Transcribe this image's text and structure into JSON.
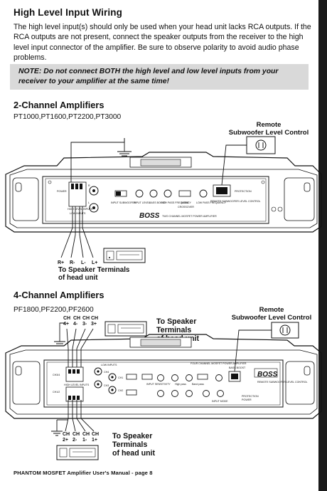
{
  "section_title": "High Level Input Wiring",
  "intro": "The high level input(s) should only be used when your head unit lacks RCA outputs. If the RCA outputs are not present, connect the speaker outputs from the receiver to the high level input connector of the amplifier. Be sure to observe polarity to avoid audio phase problems.",
  "note": "NOTE: Do not connect BOTH the high level and low level inputs from your receiver to your amplifier at the same time!",
  "two_channel": {
    "title": "2-Channel Amplifiers",
    "models": "PT1000,PT1600,PT2200,PT3000",
    "remote_label": "Remote\nSubwoofer Level Control",
    "wire_labels": [
      "R+",
      "R-",
      "L-",
      "L+"
    ],
    "speaker_label": "To Speaker Terminals\nof head unit",
    "panel_caption": "TWO CHANNEL MOSFET POWER AMPLIFIER",
    "brand": "BOSS",
    "panel_text": {
      "power": "POWER",
      "high_level_inputs": "HIGH LEVEL INPUTS",
      "low_inputs": "LOW INPUTS",
      "input_sub": "INPUT SUBWOOFER",
      "input_level": "INPUT LEVEL",
      "bass_boost": "BASS BOOST",
      "high_pass": "HIGH PASS FREQUENCY",
      "mode": "MODE",
      "crossover": "CROSSOVER",
      "low_pass": "LOW PASS FREQUENCY",
      "remote_sub": "REMOTE SUBWOOFER LEVEL CONTROL",
      "protection": "PROTECTION",
      "r": "R",
      "l": "L"
    }
  },
  "four_channel": {
    "title": "4-Channel Amplifiers",
    "models": "PF1800,PF2200,PF2600",
    "remote_label": "Remote\nSubwoofer Level Control",
    "top_wire_labels": [
      "CH 4+",
      "CH 4-",
      "CH 3-",
      "CH 3+"
    ],
    "bottom_wire_labels": [
      "CH 2+",
      "CH 2-",
      "CH 1-",
      "CH 1+"
    ],
    "speaker_label_top": "To Speaker\nTerminals\nof head unit",
    "speaker_label_bottom": "To Speaker\nTerminals\nof head unit",
    "panel_caption": "FOUR CHANNEL MOSFET POWER AMPLIFIER",
    "brand": "BOSS",
    "panel_text": {
      "ch34": "CH3/4",
      "ch12": "CH1/2",
      "low_inputs": "LOW INPUTS",
      "high_level_inputs": "HIGH LEVEL INPUTS",
      "ch1": "CH1",
      "ch2": "CH2",
      "ch3": "CH3",
      "ch4": "CH4",
      "input_sensitivity": "INPUT SENSITIVITY",
      "high_pass": "High pass",
      "band_pass": "Band pass",
      "bass_boost": "BASS BOOST",
      "input_mode": "INPUT MODE",
      "protection": "PROTECTION",
      "power": "POWER",
      "remote_sub": "REMOTE SUBWOOFER LEVEL CONTROL"
    }
  },
  "footer": "PHANTOM MOSFET Amplifier User's Manual - page 8"
}
